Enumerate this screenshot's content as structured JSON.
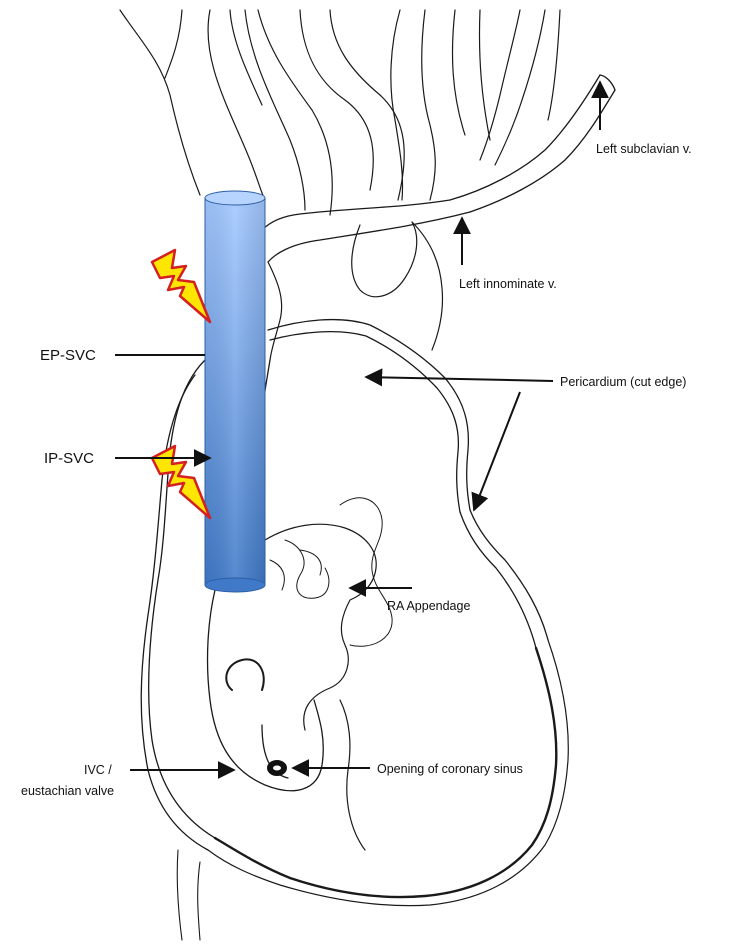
{
  "labels": {
    "left_subclavian": "Left subclavian v.",
    "left_innominate": "Left innominate v.",
    "pericardium": "Pericardium (cut edge)",
    "ep_svc": "EP-SVC",
    "ip_svc": "IP-SVC",
    "ra_appendage": "RA Appendage",
    "ivc_line1": "IVC /",
    "ivc_line2": "eustachian valve",
    "coronary_sinus": "Opening of coronary sinus"
  },
  "colors": {
    "catheter_top": "#a3c8ff",
    "catheter_bottom": "#3f79c8",
    "lightning_fill": "#ffe600",
    "lightning_stroke": "#d42020",
    "ink": "#1a1a1a"
  },
  "icons": [
    "lightning-bolt-icon",
    "arrow-icon"
  ]
}
